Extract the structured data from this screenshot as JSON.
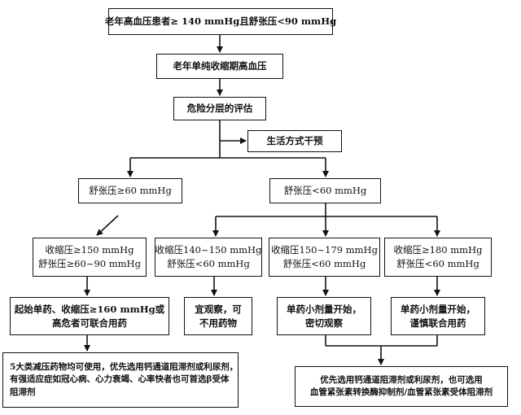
{
  "nodes": {
    "top": "老年高血压患者≥ 140 mmHg且舒张压<90 mmHg",
    "isolated": "老年单纯收缩期高血压",
    "risk": "危险分层的评估",
    "lifestyle": "生活方式干预",
    "dbp_high": "舒张压≥60 mmHg",
    "dbp_low": "舒张压<60 mmHg",
    "a1": [
      "收缩压≥150 mmHg",
      "舒张压≥60~90 mmHg"
    ],
    "a2": [
      "起始单药、收缩压≥160 mmHg或",
      "高危者可联合用药"
    ],
    "a3": [
      "5大类减压药物均可使用，优先选用钙通道阻滞剂或利尿剂，",
      "有强适应症如冠心病、心力衰竭、心率快者也可首选β受体",
      "阻滞剂"
    ],
    "b1": [
      "收缩压140~150 mmHg",
      "舒张压<60 mmHg"
    ],
    "b2": [
      "宜观察，可",
      "不用药物"
    ],
    "c1": [
      "收缩压150~179 mmHg",
      "舒张压<60 mmHg"
    ],
    "c2": [
      "单药小剂量开始，",
      "密切观察"
    ],
    "d1": [
      "收缩压≥180 mmHg",
      "舒张压<60 mmHg"
    ],
    "d2": [
      "单药小剂量开始，",
      "谨慎联合用药"
    ],
    "e": [
      "优先选用钙通道阻滞剂或利尿剂，也可选用",
      "血管紧张素转换酶抑制剂/血管紧张素受体阻滞剂"
    ]
  }
}
